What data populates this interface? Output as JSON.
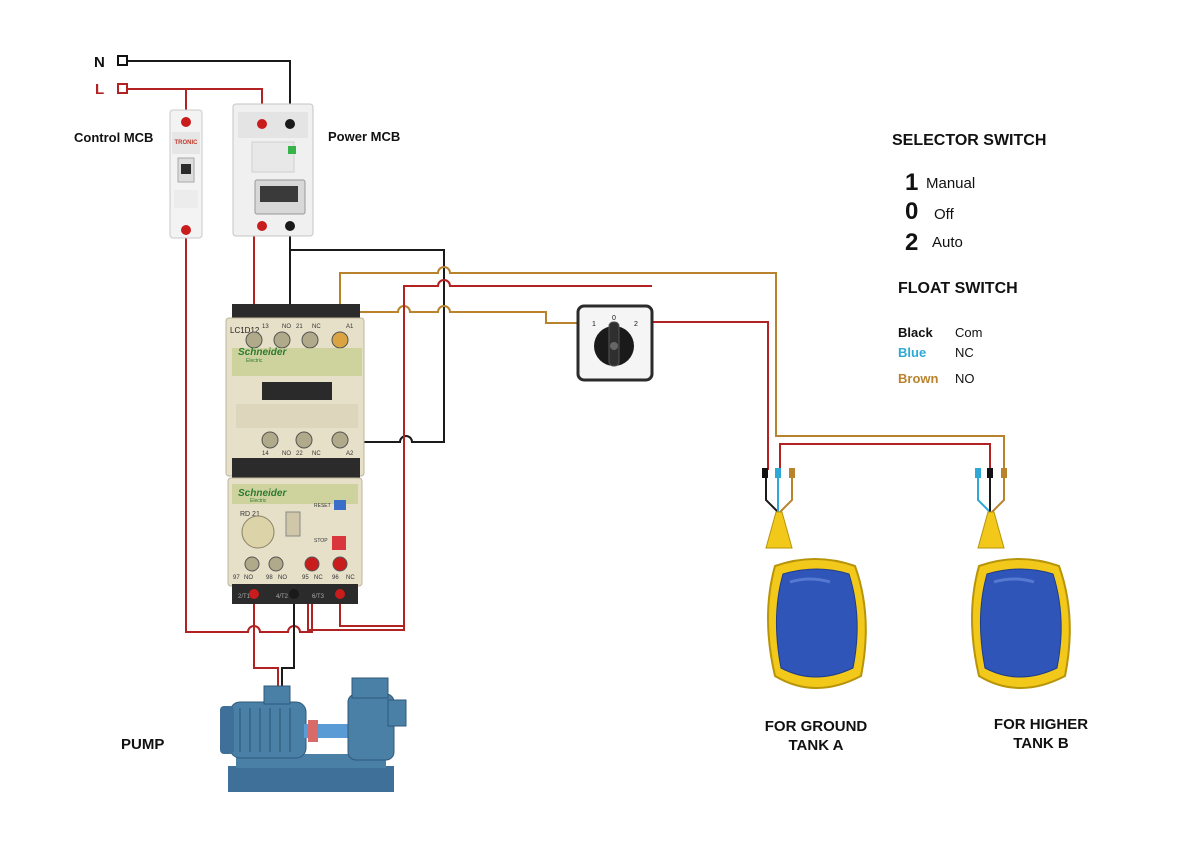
{
  "terminals": {
    "neutral": "N",
    "line": "L"
  },
  "labels": {
    "control_mcb": "Control MCB",
    "power_mcb": "Power MCB",
    "pump": "PUMP",
    "tank_a_line1": "FOR GROUND",
    "tank_a_line2": "TANK A",
    "tank_b_line1": "FOR HIGHER",
    "tank_b_line2": "TANK B"
  },
  "mcb": {
    "brand": "TRONIC"
  },
  "contactor": {
    "model": "LC1D12",
    "brand": "Schneider",
    "sub_brand": "Electric",
    "top_terminals": [
      "13",
      "NO",
      "21",
      "NC",
      "A1"
    ],
    "bottom_terminals": [
      "14",
      "NO",
      "22",
      "NC",
      "A2"
    ]
  },
  "overload_relay": {
    "brand": "Schneider",
    "sub_brand": "Electric",
    "model": "RD 21",
    "reset": "RESET",
    "stop": "STOP",
    "bottom_terminals": [
      "97",
      "NO",
      "98",
      "NO",
      "95",
      "NC",
      "96",
      "NC"
    ],
    "outputs": [
      "2/T1",
      "4/T2",
      "6/T3"
    ]
  },
  "selector_switch": {
    "positions": [
      "1",
      "0",
      "2"
    ],
    "legend_title": "SELECTOR SWITCH",
    "legend": [
      {
        "num": "1",
        "text": "Manual"
      },
      {
        "num": "0",
        "text": "Off"
      },
      {
        "num": "2",
        "text": "Auto"
      }
    ]
  },
  "float_switch": {
    "legend_title": "FLOAT SWITCH",
    "legend": [
      {
        "color_name": "Black",
        "meaning": "Com",
        "color": "#111111"
      },
      {
        "color_name": "Blue",
        "meaning": "NC",
        "color": "#2ea9d6"
      },
      {
        "color_name": "Brown",
        "meaning": "NO",
        "color": "#b9832e"
      }
    ]
  },
  "colors": {
    "wire_red": "#b22222",
    "wire_black": "#1a1a1a",
    "wire_brown": "#b9832e",
    "wire_blue": "#2ea9d6",
    "float_body": "#2f55b8",
    "float_rim": "#f2c81a",
    "pump_body": "#4a7fa6"
  }
}
